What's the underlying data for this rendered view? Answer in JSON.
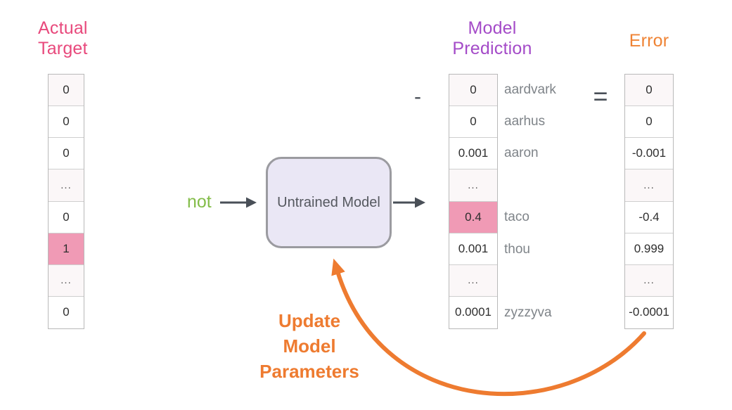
{
  "headers": {
    "actual_target": {
      "line1": "Actual",
      "line2": "Target"
    },
    "model_prediction": {
      "line1": "Model",
      "line2": "Prediction"
    },
    "error": "Error"
  },
  "operators": {
    "minus": "-",
    "equals": "="
  },
  "input_word": "not",
  "model_box_label": "Untrained Model",
  "update_label": {
    "line1": "Update",
    "line2": "Model",
    "line3": "Parameters"
  },
  "vectors": {
    "actual_target": {
      "values": [
        "0",
        "0",
        "0",
        "...",
        "0",
        "1",
        "...",
        "0"
      ],
      "highlight_index": 5,
      "tint_rows": [
        0,
        3,
        6
      ]
    },
    "model_prediction": {
      "values": [
        "0",
        "0",
        "0.001",
        "...",
        "0.4",
        "0.001",
        "...",
        "0.0001"
      ],
      "highlight_index": 4,
      "tint_rows": [
        0,
        3,
        6
      ],
      "word_labels": [
        "aardvark",
        "aarhus",
        "aaron",
        "",
        "taco",
        "thou",
        "",
        "zyzzyva"
      ]
    },
    "error": {
      "values": [
        "0",
        "0",
        "-0.001",
        "...",
        "-0.4",
        "0.999",
        "...",
        "-0.0001"
      ],
      "highlight_index": -1,
      "tint_rows": [
        0,
        3,
        6
      ]
    }
  },
  "colors": {
    "target_pink": "#e8497c",
    "prediction_purple": "#a44bc8",
    "error_orange": "#ef8334",
    "update_orange": "#ee7b30",
    "input_green": "#84bd4a",
    "highlight_pink": "#f09ab5",
    "box_fill": "#eae7f5",
    "box_border": "#9b9ba0",
    "arrow_gray": "#494f57"
  }
}
